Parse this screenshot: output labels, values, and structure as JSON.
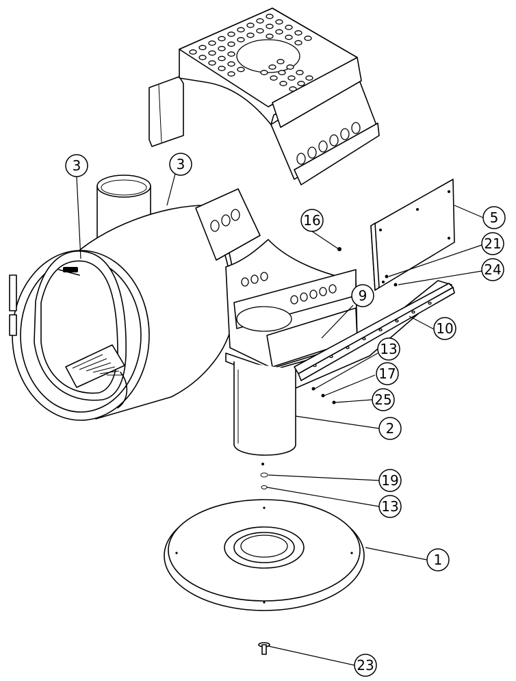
{
  "callouts": [
    {
      "id": "c3a",
      "label": "3"
    },
    {
      "id": "c3b",
      "label": "3"
    },
    {
      "id": "c16",
      "label": "16"
    },
    {
      "id": "c5",
      "label": "5"
    },
    {
      "id": "c21",
      "label": "21"
    },
    {
      "id": "c24",
      "label": "24"
    },
    {
      "id": "c9",
      "label": "9"
    },
    {
      "id": "c10",
      "label": "10"
    },
    {
      "id": "c13a",
      "label": "13"
    },
    {
      "id": "c17",
      "label": "17"
    },
    {
      "id": "c25",
      "label": "25"
    },
    {
      "id": "c2",
      "label": "2"
    },
    {
      "id": "c19",
      "label": "19"
    },
    {
      "id": "c13b",
      "label": "13"
    },
    {
      "id": "c1",
      "label": "1"
    },
    {
      "id": "c23",
      "label": "23"
    }
  ]
}
